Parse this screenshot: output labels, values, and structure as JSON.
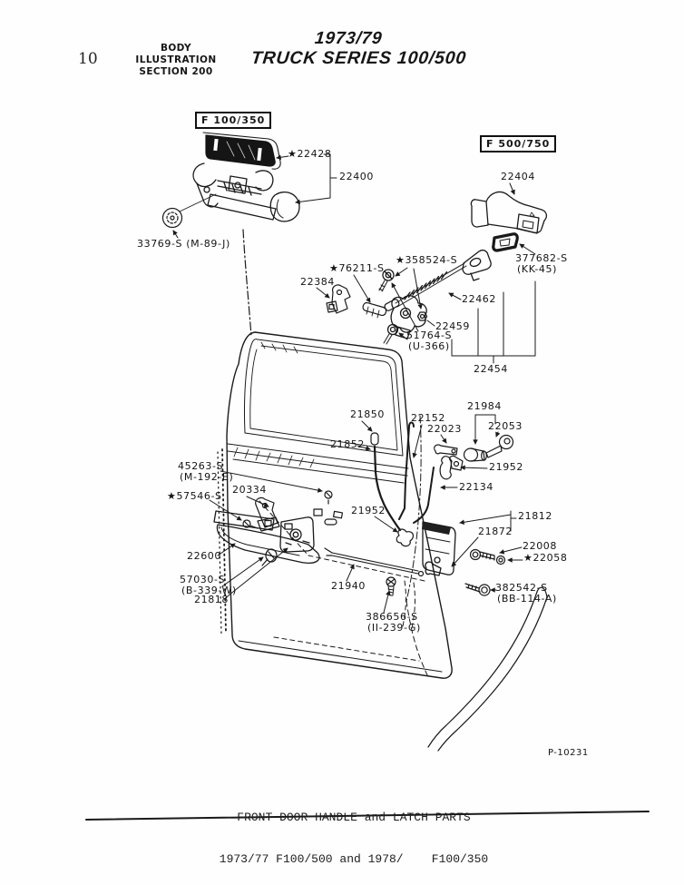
{
  "page": {
    "number": "10",
    "section": {
      "line1": "BODY ILLUSTRATION",
      "line2": "SECTION 200"
    },
    "title": {
      "line1": "1973/79",
      "line2": "TRUCK SERIES 100/500"
    },
    "figure_code": "P-10231",
    "caption": {
      "line1": "FRONT DOOR HANDLE and LATCH PARTS",
      "line2": "1973/77 F100/500 and 1978/    F100/350"
    }
  },
  "variant_tags": {
    "f100": "F 100/350",
    "f500": "F 500/750"
  },
  "ink_color": "#1a1a1a",
  "parts": {
    "p22428": {
      "text": "★22428"
    },
    "p22400": {
      "text": "22400"
    },
    "p33769": {
      "text": "33769-S (M-89-J)"
    },
    "p22404": {
      "text": "22404"
    },
    "p377682": {
      "text": "377682-S",
      "sub": "(KK-45)"
    },
    "p358524": {
      "text": "★358524-S"
    },
    "p76211": {
      "text": "★76211-S"
    },
    "p22384": {
      "text": "22384"
    },
    "p22462": {
      "text": "22462"
    },
    "p22459": {
      "text": "22459"
    },
    "p51764": {
      "text": "51764-S",
      "sub": "(U-366)"
    },
    "p22454": {
      "text": "22454"
    },
    "p21850": {
      "text": "21850"
    },
    "p21852": {
      "text": "21852"
    },
    "p22152": {
      "text": "22152"
    },
    "p22023": {
      "text": "22023"
    },
    "p21984": {
      "text": "21984"
    },
    "p22053": {
      "text": "22053"
    },
    "p21952_lock": {
      "text": "21952"
    },
    "p22134": {
      "text": "22134"
    },
    "p45263": {
      "text": "45263-S",
      "sub": "(M-192-E)"
    },
    "p57546": {
      "text": "★57546-S"
    },
    "p20334": {
      "text": "20334"
    },
    "p21952_rod": {
      "text": "21952"
    },
    "p22600": {
      "text": "22600"
    },
    "p57030": {
      "text": "57030-S",
      "sub": "(B-339-W)"
    },
    "p21818": {
      "text": "21818"
    },
    "p21940": {
      "text": "21940"
    },
    "p21812": {
      "text": "21812"
    },
    "p21872": {
      "text": "21872"
    },
    "p22008": {
      "text": "22008"
    },
    "p22058": {
      "text": "★22058"
    },
    "p382542": {
      "text": "382542-S",
      "sub": "(BB-114-A)"
    },
    "p386656": {
      "text": "386656-S",
      "sub": "(II-239-G)"
    }
  }
}
